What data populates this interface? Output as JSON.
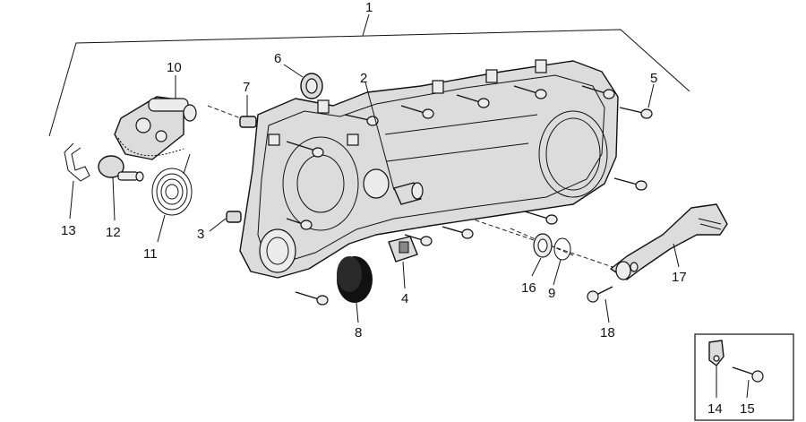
{
  "callouts": {
    "c1": "1",
    "c2": "2",
    "c3": "3",
    "c4": "4",
    "c5": "5",
    "c6": "6",
    "c7": "7",
    "c8": "8",
    "c9": "9",
    "c10": "10",
    "c11": "11",
    "c12": "12",
    "c13": "13",
    "c14": "14",
    "c15": "15",
    "c16": "16",
    "c17": "17",
    "c18": "18"
  },
  "colors": {
    "line": "#111111",
    "fill": "#dcdcdc",
    "dark": "#111111"
  }
}
